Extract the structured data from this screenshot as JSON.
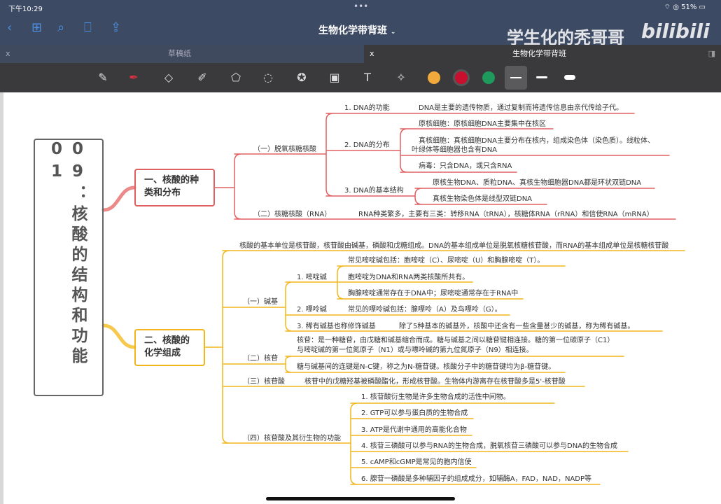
{
  "status": {
    "time": "下午10:29",
    "dots": "•••",
    "battery": "51%"
  },
  "header": {
    "title": "生物化学带背班",
    "watermark": "学生化的秃哥哥",
    "logo": "bilibili"
  },
  "nav_icons": [
    "back-icon",
    "grid-icon",
    "search-icon",
    "bookmark-icon",
    "share-icon"
  ],
  "tabs": [
    {
      "label": "草稿纸",
      "close": "x"
    },
    {
      "label": "生物化学带背班",
      "close": "x"
    }
  ],
  "toolbar": {
    "tools": [
      "zoom-pen-icon",
      "pen-icon",
      "eraser-icon",
      "highlighter-icon",
      "shapes-icon",
      "lasso-icon",
      "sticker-icon",
      "image-icon",
      "text-icon",
      "laser-icon"
    ],
    "colors": [
      "#f2a93b",
      "#c8102e",
      "#1e9a5c"
    ],
    "selected_color": "#c8102e"
  },
  "mindmap": {
    "center": "09：核酸的结构和功能01",
    "part1": {
      "title": "一、核酸的种类和分布",
      "color": "#e06060",
      "dna": "（一）脱氧核糖核酸",
      "func": "1. DNA的功能",
      "func_leaf": "DNA是主要的遗传物质，通过复制而将遗传信息由亲代传给子代。",
      "dist": "2. DNA的分布",
      "dist_leaves": [
        "原核细胞：原核细胞DNA主要集中在核区",
        "真核细胞：真核细胞DNA主要分布在核内，组成染色体（染色质）。线粒体、",
        "叶绿体等细胞器也含有DNA",
        "病毒：只含DNA，或只含RNA"
      ],
      "struct": "3. DNA的基本结构",
      "struct_leaves": [
        "原核生物DNA、质粒DNA、真核生物细胞器DNA都是环状双链DNA",
        "真核生物染色体是线型双链DNA"
      ],
      "rna": "（二）核糖核酸（RNA）",
      "rna_leaf": "RNA种类繁多，主要有三类：转移RNA（tRNA），核糖体RNA（rRNA）和信使RNA（mRNA）"
    },
    "part2": {
      "title": "二、核酸的化学组成",
      "color": "#f2b61c",
      "intro": "核酸的基本单位是核苷酸，核苷酸由碱基，磷酸和戊糖组成。DNA的基本组成单位是脱氧核糖核苷酸，而RNA的基本组成单位是核糖核苷酸",
      "base": "（一）碱基",
      "pyr": "1. 嘧啶碱",
      "pyr_leaves": [
        "常见嘧啶碱包括：胞嘧啶（C）、尿嘧啶（U）和胸腺嘧啶（T）。",
        "胞嘧啶为DNA和RNA两类核酸所共有。",
        "胸腺嘧啶通常存在于DNA中；尿嘧啶通常存在于RNA中"
      ],
      "pur": "2. 嘌呤碱",
      "pur_leaf": "常见的嘌呤碱包括：腺嘌呤（A）及鸟嘌呤（G）。",
      "rare": "3. 稀有碱基也称修饰碱基",
      "rare_leaf": "除了5种基本的碱基外，核酸中还含有一些含量甚少的碱基，称为稀有碱基。",
      "nucleoside": "（二）核苷",
      "ns_leaves": [
        "核苷：是一种糖苷，由戊糖和碱基缩合而成。糖与碱基之间以糖苷键相连接。糖的第一位碳原子（C1）",
        "与嘧啶碱的第一位氮原子（N1）或与嘌呤碱的第九位氮原子（N9）相连接。",
        "糖与碱基间的连键是N-C键，称之为N-糖苷键。核酸分子中的糖苷键均为β-糖苷键。"
      ],
      "nucleotide": "（三）核苷酸",
      "nt_leaf": "核苷中的戊糖羟基被磷酸酯化，形成核苷酸。生物体内游离存在核苷酸多是5'-核苷酸",
      "funcs": "（四）核苷酸及其衍生物的功能",
      "func_leaves": [
        "1. 核苷酸衍生物是许多生物合成的活性中间物。",
        "2. GTP可以参与蛋白质的生物合成",
        "3. ATP是代谢中通用的高能化合物",
        "4. 核苷三磷酸可以参与RNA的生物合成，脱氧核苷三磷酸可以参与DNA的生物合成",
        "5. cAMP和cGMP是常见的胞内信使",
        "6. 腺苷一磷酸是多种辅因子的组成成分，如辅酶A，FAD，NAD，NADP等"
      ]
    }
  }
}
